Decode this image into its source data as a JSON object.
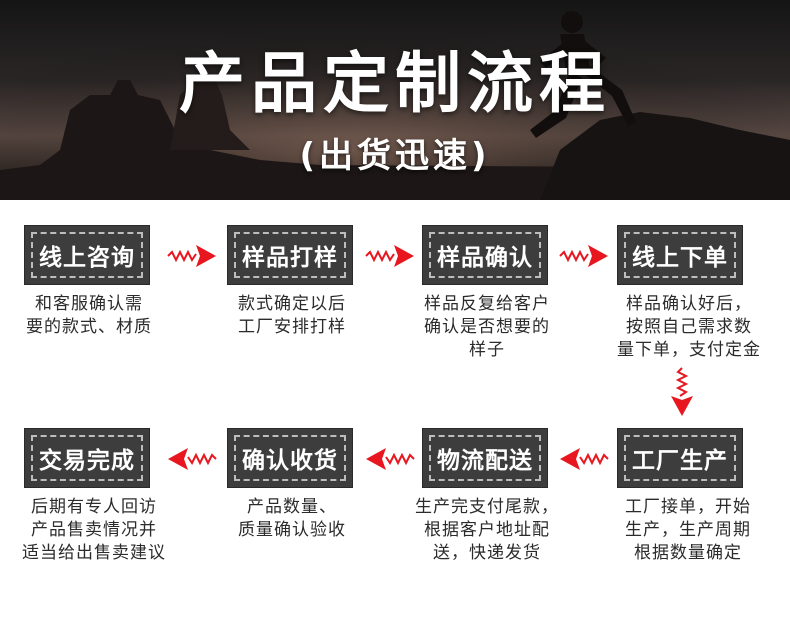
{
  "header": {
    "title": "产品定制流程",
    "subtitle": "(出货迅速)"
  },
  "colors": {
    "box_bg": "#3d3d3d",
    "box_dash": "#bdbdbd",
    "arrow": "#e8161e",
    "text": "#2b2b2b"
  },
  "steps": [
    {
      "label": "线上咨询",
      "desc": [
        "和客服确认需",
        "要的款式、材质"
      ]
    },
    {
      "label": "样品打样",
      "desc": [
        "款式确定以后",
        "工厂安排打样"
      ]
    },
    {
      "label": "样品确认",
      "desc": [
        "样品反复给客户",
        "确认是否想要的",
        "样子"
      ]
    },
    {
      "label": "线上下单",
      "desc": [
        "样品确认好后，",
        "按照自己需求数",
        "量下单，支付定金"
      ]
    },
    {
      "label": "工厂生产",
      "desc": [
        "工厂接单，开始",
        "生产，生产周期",
        "根据数量确定"
      ]
    },
    {
      "label": "物流配送",
      "desc": [
        "生产完支付尾款，",
        "根据客户地址配",
        "送，快递发货"
      ]
    },
    {
      "label": "确认收货",
      "desc": [
        "产品数量、",
        "质量确认验收"
      ]
    },
    {
      "label": "交易完成",
      "desc": [
        "后期有专人回访",
        "产品售卖情况并",
        "适当给出售卖建议"
      ]
    }
  ]
}
